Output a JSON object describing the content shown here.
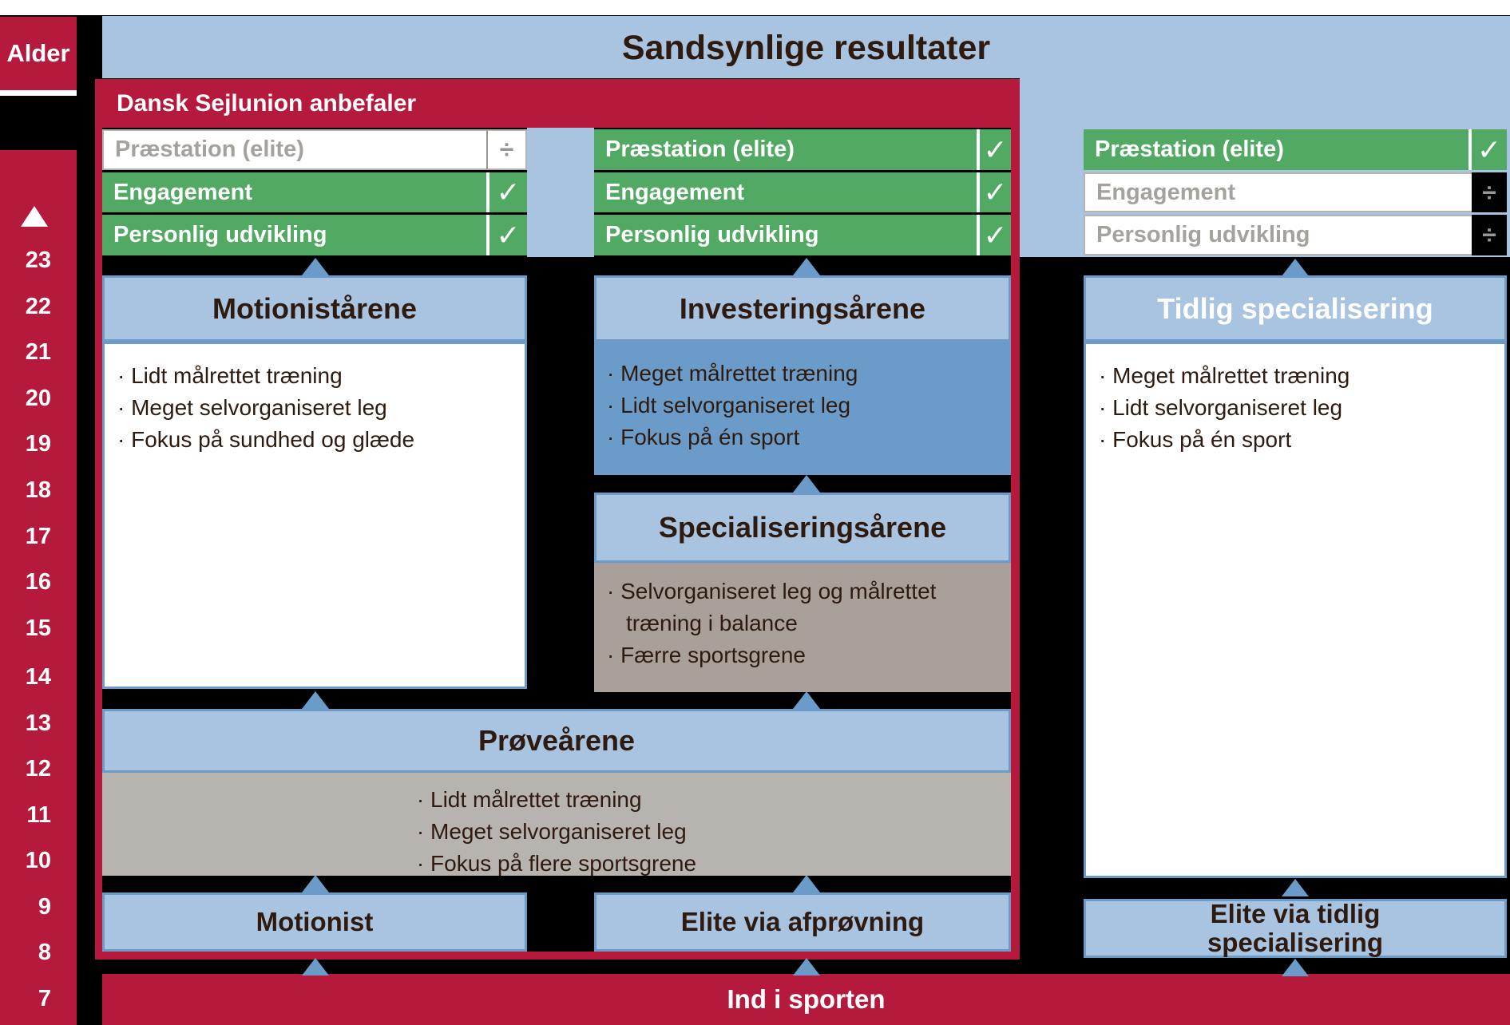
{
  "colors": {
    "crimson": "#b51a3c",
    "light_blue": "#a9c4e1",
    "medium_blue": "#6b9cc9",
    "green": "#51a963",
    "gray_body": "#b7b3af",
    "brown_gray_body": "#a8a099",
    "dark_text": "#2e1a0e",
    "inactive_text": "#a5a19d",
    "mark_gray": "#999593",
    "background": "#000000"
  },
  "sidebar": {
    "title": "Alder",
    "arrow_icon": "up-triangle",
    "ages": [
      "23",
      "22",
      "21",
      "20",
      "19",
      "18",
      "17",
      "16",
      "15",
      "14",
      "13",
      "12",
      "11",
      "10",
      "9",
      "8",
      "7"
    ]
  },
  "header": {
    "title": "Sandsynlige resultater",
    "banner": "Dansk Sejlunion anbefaler"
  },
  "checklists": {
    "columns": [
      {
        "name": "motionist-path",
        "rows": [
          {
            "label": "Præstation (elite)",
            "state": "no",
            "mark": "÷"
          },
          {
            "label": "Engagement",
            "state": "yes",
            "mark": "✓"
          },
          {
            "label": "Personlig udvikling",
            "state": "yes",
            "mark": "✓"
          }
        ]
      },
      {
        "name": "elite-via-testing-path",
        "rows": [
          {
            "label": "Præstation (elite)",
            "state": "yes",
            "mark": "✓"
          },
          {
            "label": "Engagement",
            "state": "yes",
            "mark": "✓"
          },
          {
            "label": "Personlig udvikling",
            "state": "yes",
            "mark": "✓"
          }
        ]
      },
      {
        "name": "early-specialization-path",
        "rows": [
          {
            "label": "Præstation (elite)",
            "state": "yes",
            "mark": "✓"
          },
          {
            "label": "Engagement",
            "state": "no",
            "mark": "÷"
          },
          {
            "label": "Personlig udvikling",
            "state": "no",
            "mark": "÷"
          }
        ]
      }
    ]
  },
  "boxes": {
    "motionist_years": {
      "title": "Motionistårene",
      "bullets": [
        "Lidt målrettet træning",
        "Meget selvorganiseret leg",
        "Fokus på sundhed og glæde"
      ]
    },
    "investment_years": {
      "title": "Investeringsårene",
      "bullets": [
        "Meget målrettet træning",
        "Lidt selvorganiseret leg",
        "Fokus på én sport"
      ]
    },
    "specialization_years": {
      "title": "Specialiseringsårene",
      "bullets": [
        "Selvorganiseret leg og målrettet træning i balance",
        "Færre sportsgrene"
      ]
    },
    "trial_years": {
      "title": "Prøveårene",
      "bullets": [
        "Lidt målrettet træning",
        "Meget selvorganiseret leg",
        "Fokus på flere sportsgrene"
      ]
    },
    "early_specialization": {
      "title": "Tidlig specialisering",
      "bullets": [
        "Meget målrettet træning",
        "Lidt selvorganiseret leg",
        "Fokus på én sport"
      ]
    }
  },
  "outcomes": {
    "motionist": "Motionist",
    "elite_testing": "Elite via afprøvning",
    "elite_early": "Elite via tidlig specialisering"
  },
  "footer": {
    "label": "Ind i sporten"
  }
}
